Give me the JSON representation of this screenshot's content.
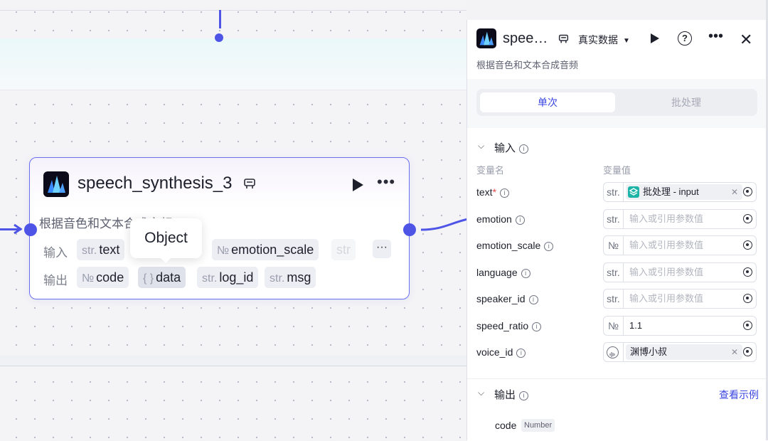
{
  "node": {
    "title": "speech_synthesis_3",
    "description": "根据音色和文本合成音频",
    "input_label": "输入",
    "output_label": "输出",
    "inputs": [
      {
        "type": "str.",
        "name": "text"
      },
      {
        "type": "№",
        "name": "emotion_scale"
      },
      {
        "type": "str",
        "name": ""
      }
    ],
    "outputs": [
      {
        "type": "№",
        "name": "code"
      },
      {
        "type": "{ }",
        "name": "data"
      },
      {
        "type": "str.",
        "name": "log_id"
      },
      {
        "type": "str.",
        "name": "msg"
      }
    ],
    "more_inputs": "···",
    "tooltip": "Object"
  },
  "panel": {
    "title": "spee…",
    "data_mode": "真实数据",
    "description": "根据音色和文本合成音频",
    "tabs": [
      {
        "label": "单次",
        "active": true
      },
      {
        "label": "批处理",
        "active": false
      }
    ],
    "input_section": {
      "title": "输入",
      "col_name": "变量名",
      "col_value": "变量值",
      "params": [
        {
          "name": "text",
          "required": "*",
          "type": "str.",
          "chip": "批处理 - input",
          "value": "",
          "placeholder": ""
        },
        {
          "name": "emotion",
          "type": "str.",
          "value": "",
          "placeholder": "输入或引用参数值"
        },
        {
          "name": "emotion_scale",
          "type": "№",
          "value": "",
          "placeholder": "输入或引用参数值"
        },
        {
          "name": "language",
          "type": "str.",
          "value": "",
          "placeholder": "输入或引用参数值"
        },
        {
          "name": "speaker_id",
          "type": "str.",
          "value": "",
          "placeholder": "输入或引用参数值"
        },
        {
          "name": "speed_ratio",
          "type": "№",
          "value": "1.1",
          "placeholder": ""
        },
        {
          "name": "voice_id",
          "type": "audio",
          "chip": "渊博小叔",
          "value": "",
          "placeholder": ""
        }
      ]
    },
    "output_section": {
      "title": "输出",
      "view_example": "查看示例",
      "first_output": {
        "name": "code",
        "type": "Number"
      }
    }
  },
  "colors": {
    "accent": "#4e55e6",
    "link": "#3b46e0",
    "chip_icon": "#1bb4a6"
  }
}
